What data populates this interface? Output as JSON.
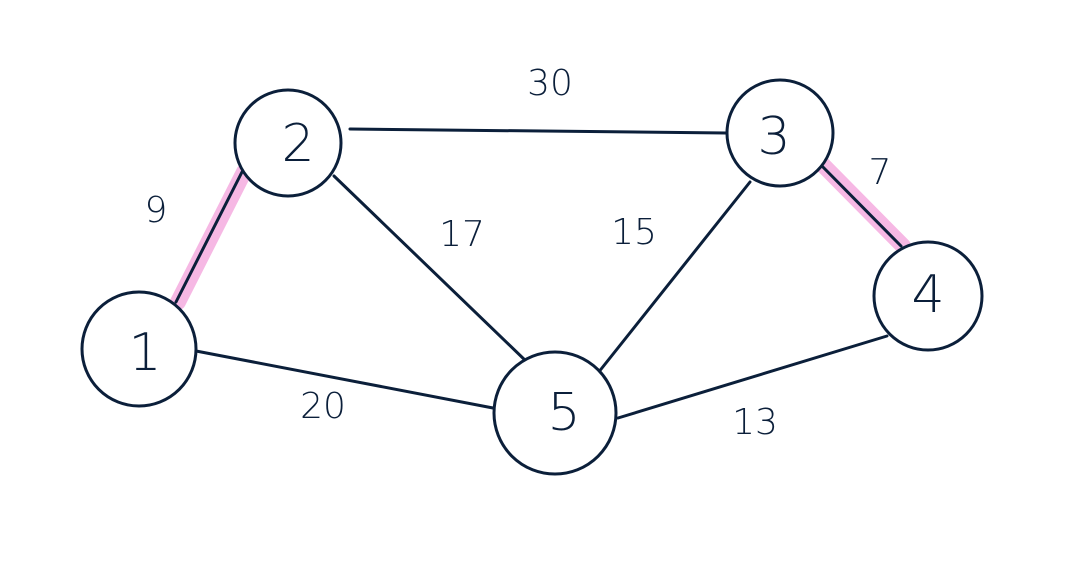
{
  "colors": {
    "ink": "#0b1f3a",
    "highlight": "#f6b8e4"
  },
  "nodes": [
    {
      "id": "1",
      "label": "1"
    },
    {
      "id": "2",
      "label": "2"
    },
    {
      "id": "3",
      "label": "3"
    },
    {
      "id": "4",
      "label": "4"
    },
    {
      "id": "5",
      "label": "5"
    }
  ],
  "edges": [
    {
      "from": "1",
      "to": "2",
      "weight": "9",
      "highlighted": true
    },
    {
      "from": "2",
      "to": "3",
      "weight": "30",
      "highlighted": false
    },
    {
      "from": "2",
      "to": "5",
      "weight": "17",
      "highlighted": false
    },
    {
      "from": "1",
      "to": "5",
      "weight": "20",
      "highlighted": false
    },
    {
      "from": "3",
      "to": "5",
      "weight": "15",
      "highlighted": false
    },
    {
      "from": "3",
      "to": "4",
      "weight": "7",
      "highlighted": true
    },
    {
      "from": "5",
      "to": "4",
      "weight": "13",
      "highlighted": false
    }
  ]
}
